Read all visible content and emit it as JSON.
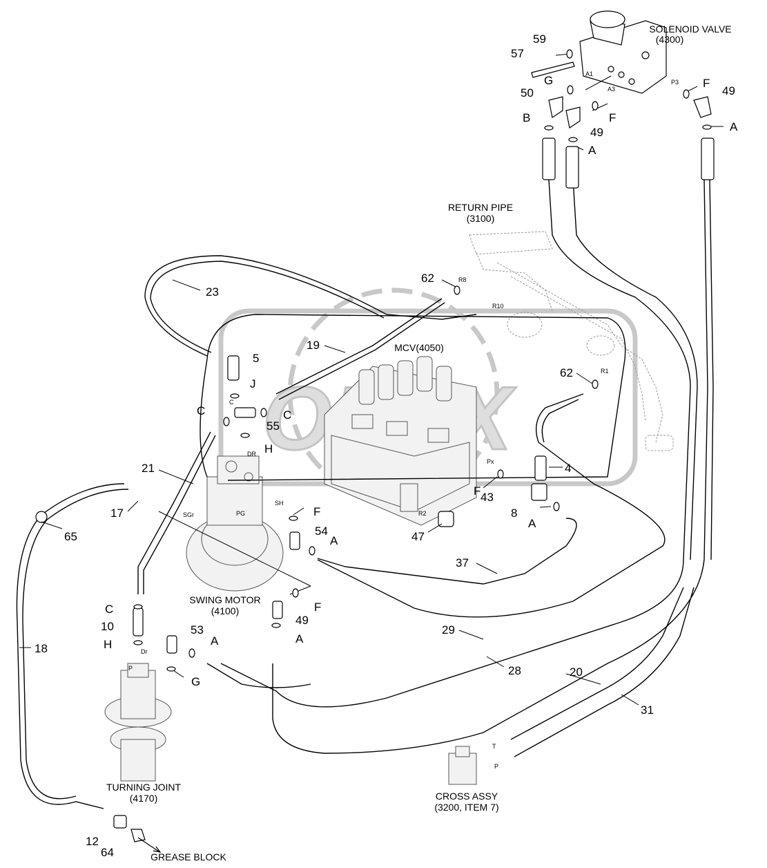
{
  "components": {
    "solenoid_valve": {
      "name": "SOLENOID VALVE",
      "code": "(4300)"
    },
    "return_pipe": {
      "name": "RETURN PIPE",
      "code": "(3100)"
    },
    "mcv": {
      "name": "MCV(4050)"
    },
    "swing_motor": {
      "name": "SWING MOTOR",
      "code": "(4100)"
    },
    "turning_joint": {
      "name": "TURNING JOINT",
      "code": "(4170)"
    },
    "cross_assy": {
      "name": "CROSS ASSY",
      "code": "(3200, ITEM 7)"
    },
    "grease_block": {
      "name": "GREASE BLOCK"
    }
  },
  "port_labels": {
    "a1": "A1",
    "a3": "A3",
    "p3": "P3",
    "r8": "R8",
    "r10": "R10",
    "r1": "R1",
    "px": "Px",
    "r2": "R2",
    "c": "C",
    "dr_motor": "DR",
    "sgr": "SGr",
    "pg": "PG",
    "sh": "SH",
    "dr_joint": "Dr",
    "p_joint": "P",
    "t_cross": "T",
    "p_cross": "P"
  },
  "callouts": {
    "n59": "59",
    "n57": "57",
    "g_top": "G",
    "n50": "50",
    "b": "B",
    "a_sv1": "A",
    "f_sv1": "F",
    "n49_sv1": "49",
    "f_sv2": "F",
    "n49_sv2": "49",
    "a_sv2": "A",
    "n62_top": "62",
    "n23": "23",
    "n19": "19",
    "n5": "5",
    "j": "J",
    "c_left": "C",
    "c_right": "C",
    "n55": "55",
    "h_top": "H",
    "n62_right": "62",
    "n4": "4",
    "f_mcv": "F",
    "n43": "43",
    "n8": "8",
    "a_mcv": "A",
    "n47": "47",
    "n21": "21",
    "n17": "17",
    "n65": "65",
    "f_motor": "F",
    "n54": "54",
    "a_motor": "A",
    "n37": "37",
    "f_49": "F",
    "n49_low": "49",
    "a_49": "A",
    "c_low": "C",
    "n10": "10",
    "h_low": "H",
    "n53": "53",
    "a_53": "A",
    "g_low": "G",
    "n18": "18",
    "n29": "29",
    "n28": "28",
    "n20": "20",
    "n31": "31",
    "n12": "12",
    "n64": "64"
  },
  "watermark": "OPEX"
}
